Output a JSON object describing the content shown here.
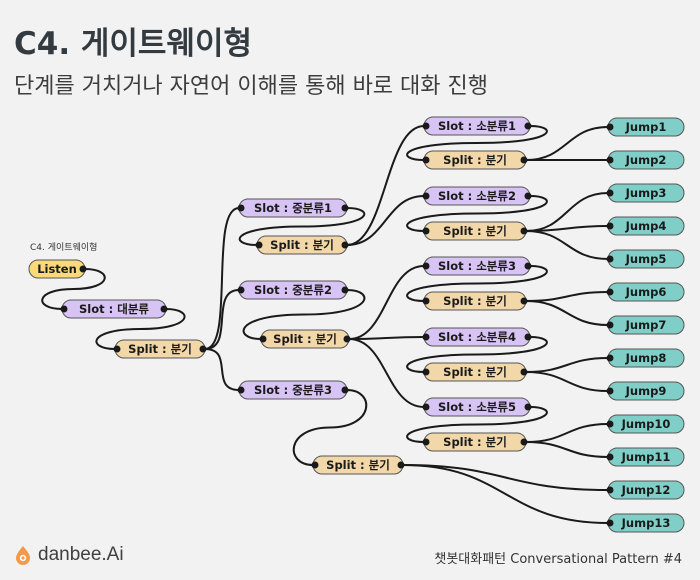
{
  "header": {
    "title": "C4. 게이트웨이형",
    "subtitle": "단계를 거치거나 자연어 이해를 통해 바로 대화 진행"
  },
  "diagram_label": "C4. 게이트웨이형",
  "footer": {
    "logo_text": "danbee.Ai",
    "caption": "챗봇대화패턴 Conversational Pattern #4"
  },
  "colors": {
    "listen": "#f9d97a",
    "slot": "#d8c3f5",
    "split": "#f2d7a8",
    "jump": "#7fcfc8",
    "stroke": "#1a1a1a",
    "logo": "#f29a4c"
  },
  "nodes": [
    {
      "id": "listen",
      "type": "listen",
      "label": "Listen"
    },
    {
      "id": "slot-main",
      "type": "slot",
      "label": "Slot : 대분류"
    },
    {
      "id": "split-main",
      "type": "split",
      "label": "Split : 분기"
    },
    {
      "id": "slot-mid1",
      "type": "slot",
      "label": "Slot : 중분류1"
    },
    {
      "id": "split-mid1",
      "type": "split",
      "label": "Split : 분기"
    },
    {
      "id": "slot-mid2",
      "type": "slot",
      "label": "Slot : 중분류2"
    },
    {
      "id": "split-mid2",
      "type": "split",
      "label": "Split : 분기"
    },
    {
      "id": "slot-mid3",
      "type": "slot",
      "label": "Slot : 중분류3"
    },
    {
      "id": "split-mid3",
      "type": "split",
      "label": "Split : 분기"
    },
    {
      "id": "slot-sub1",
      "type": "slot",
      "label": "Slot : 소분류1"
    },
    {
      "id": "split-sub1",
      "type": "split",
      "label": "Split : 분기"
    },
    {
      "id": "slot-sub2",
      "type": "slot",
      "label": "Slot : 소분류2"
    },
    {
      "id": "split-sub2",
      "type": "split",
      "label": "Split : 분기"
    },
    {
      "id": "slot-sub3",
      "type": "slot",
      "label": "Slot : 소분류3"
    },
    {
      "id": "split-sub3",
      "type": "split",
      "label": "Split : 분기"
    },
    {
      "id": "slot-sub4",
      "type": "slot",
      "label": "Slot : 소분류4"
    },
    {
      "id": "split-sub4",
      "type": "split",
      "label": "Split : 분기"
    },
    {
      "id": "slot-sub5",
      "type": "slot",
      "label": "Slot : 소분류5"
    },
    {
      "id": "split-sub5",
      "type": "split",
      "label": "Split : 분기"
    },
    {
      "id": "jump1",
      "type": "jump",
      "label": "Jump1"
    },
    {
      "id": "jump2",
      "type": "jump",
      "label": "Jump2"
    },
    {
      "id": "jump3",
      "type": "jump",
      "label": "Jump3"
    },
    {
      "id": "jump4",
      "type": "jump",
      "label": "Jump4"
    },
    {
      "id": "jump5",
      "type": "jump",
      "label": "Jump5"
    },
    {
      "id": "jump6",
      "type": "jump",
      "label": "Jump6"
    },
    {
      "id": "jump7",
      "type": "jump",
      "label": "Jump7"
    },
    {
      "id": "jump8",
      "type": "jump",
      "label": "Jump8"
    },
    {
      "id": "jump9",
      "type": "jump",
      "label": "Jump9"
    },
    {
      "id": "jump10",
      "type": "jump",
      "label": "Jump10"
    },
    {
      "id": "jump11",
      "type": "jump",
      "label": "Jump11"
    },
    {
      "id": "jump12",
      "type": "jump",
      "label": "Jump12"
    },
    {
      "id": "jump13",
      "type": "jump",
      "label": "Jump13"
    }
  ],
  "edges": [
    [
      "listen",
      "slot-main"
    ],
    [
      "slot-main",
      "split-main"
    ],
    [
      "split-main",
      "slot-mid1"
    ],
    [
      "split-main",
      "slot-mid2"
    ],
    [
      "split-main",
      "slot-mid3"
    ],
    [
      "slot-mid1",
      "split-mid1"
    ],
    [
      "slot-mid2",
      "split-mid2"
    ],
    [
      "slot-mid3",
      "split-mid3"
    ],
    [
      "split-mid1",
      "slot-sub1"
    ],
    [
      "split-mid1",
      "slot-sub2"
    ],
    [
      "split-mid2",
      "slot-sub3"
    ],
    [
      "split-mid2",
      "slot-sub4"
    ],
    [
      "split-mid2",
      "slot-sub5"
    ],
    [
      "slot-sub1",
      "split-sub1"
    ],
    [
      "slot-sub2",
      "split-sub2"
    ],
    [
      "slot-sub3",
      "split-sub3"
    ],
    [
      "slot-sub4",
      "split-sub4"
    ],
    [
      "slot-sub5",
      "split-sub5"
    ],
    [
      "split-sub1",
      "jump1"
    ],
    [
      "split-sub1",
      "jump2"
    ],
    [
      "split-sub2",
      "jump3"
    ],
    [
      "split-sub2",
      "jump4"
    ],
    [
      "split-sub2",
      "jump5"
    ],
    [
      "split-sub3",
      "jump6"
    ],
    [
      "split-sub3",
      "jump7"
    ],
    [
      "split-sub4",
      "jump8"
    ],
    [
      "split-sub4",
      "jump9"
    ],
    [
      "split-sub5",
      "jump10"
    ],
    [
      "split-sub5",
      "jump11"
    ],
    [
      "split-mid3",
      "jump12"
    ],
    [
      "split-mid3",
      "jump13"
    ]
  ]
}
